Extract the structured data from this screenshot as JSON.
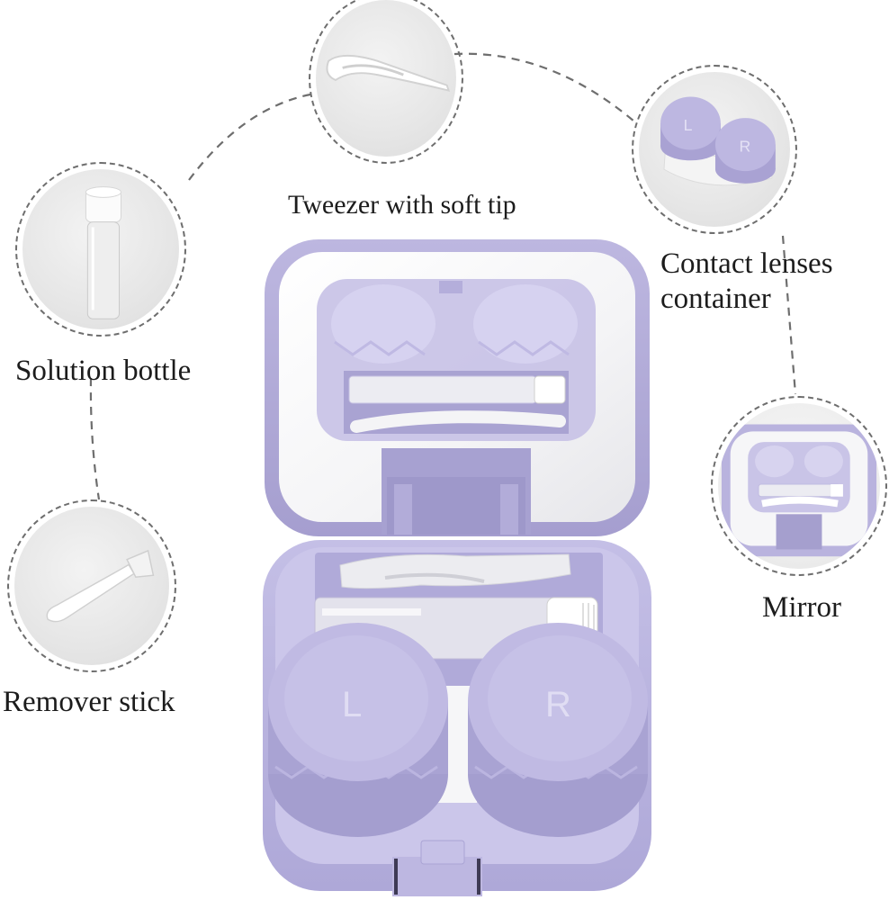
{
  "colors": {
    "case_lavender": "#b3addb",
    "case_lavender_dark": "#9a93c6",
    "case_lavender_light": "#cfcaea",
    "circle_bg": "#e6e6e6",
    "dashed_line": "#6e6e6e",
    "label_text": "#1c1c1c"
  },
  "features": [
    {
      "id": "tweezer",
      "label": "Tweezer with soft tip",
      "icon": "tweezer-icon"
    },
    {
      "id": "container",
      "label_line1": "Contact lenses",
      "label_line2": "container",
      "icon": "lens-container-icon",
      "cap_left": "L",
      "cap_right": "R"
    },
    {
      "id": "bottle",
      "label": "Solution bottle",
      "icon": "solution-bottle-icon"
    },
    {
      "id": "remover",
      "label": "Remover stick",
      "icon": "remover-stick-icon"
    },
    {
      "id": "mirror",
      "label": "Mirror",
      "icon": "mirror-icon"
    }
  ],
  "product": {
    "name": "contact lens travel case",
    "cap_left": "L",
    "cap_right": "R"
  }
}
